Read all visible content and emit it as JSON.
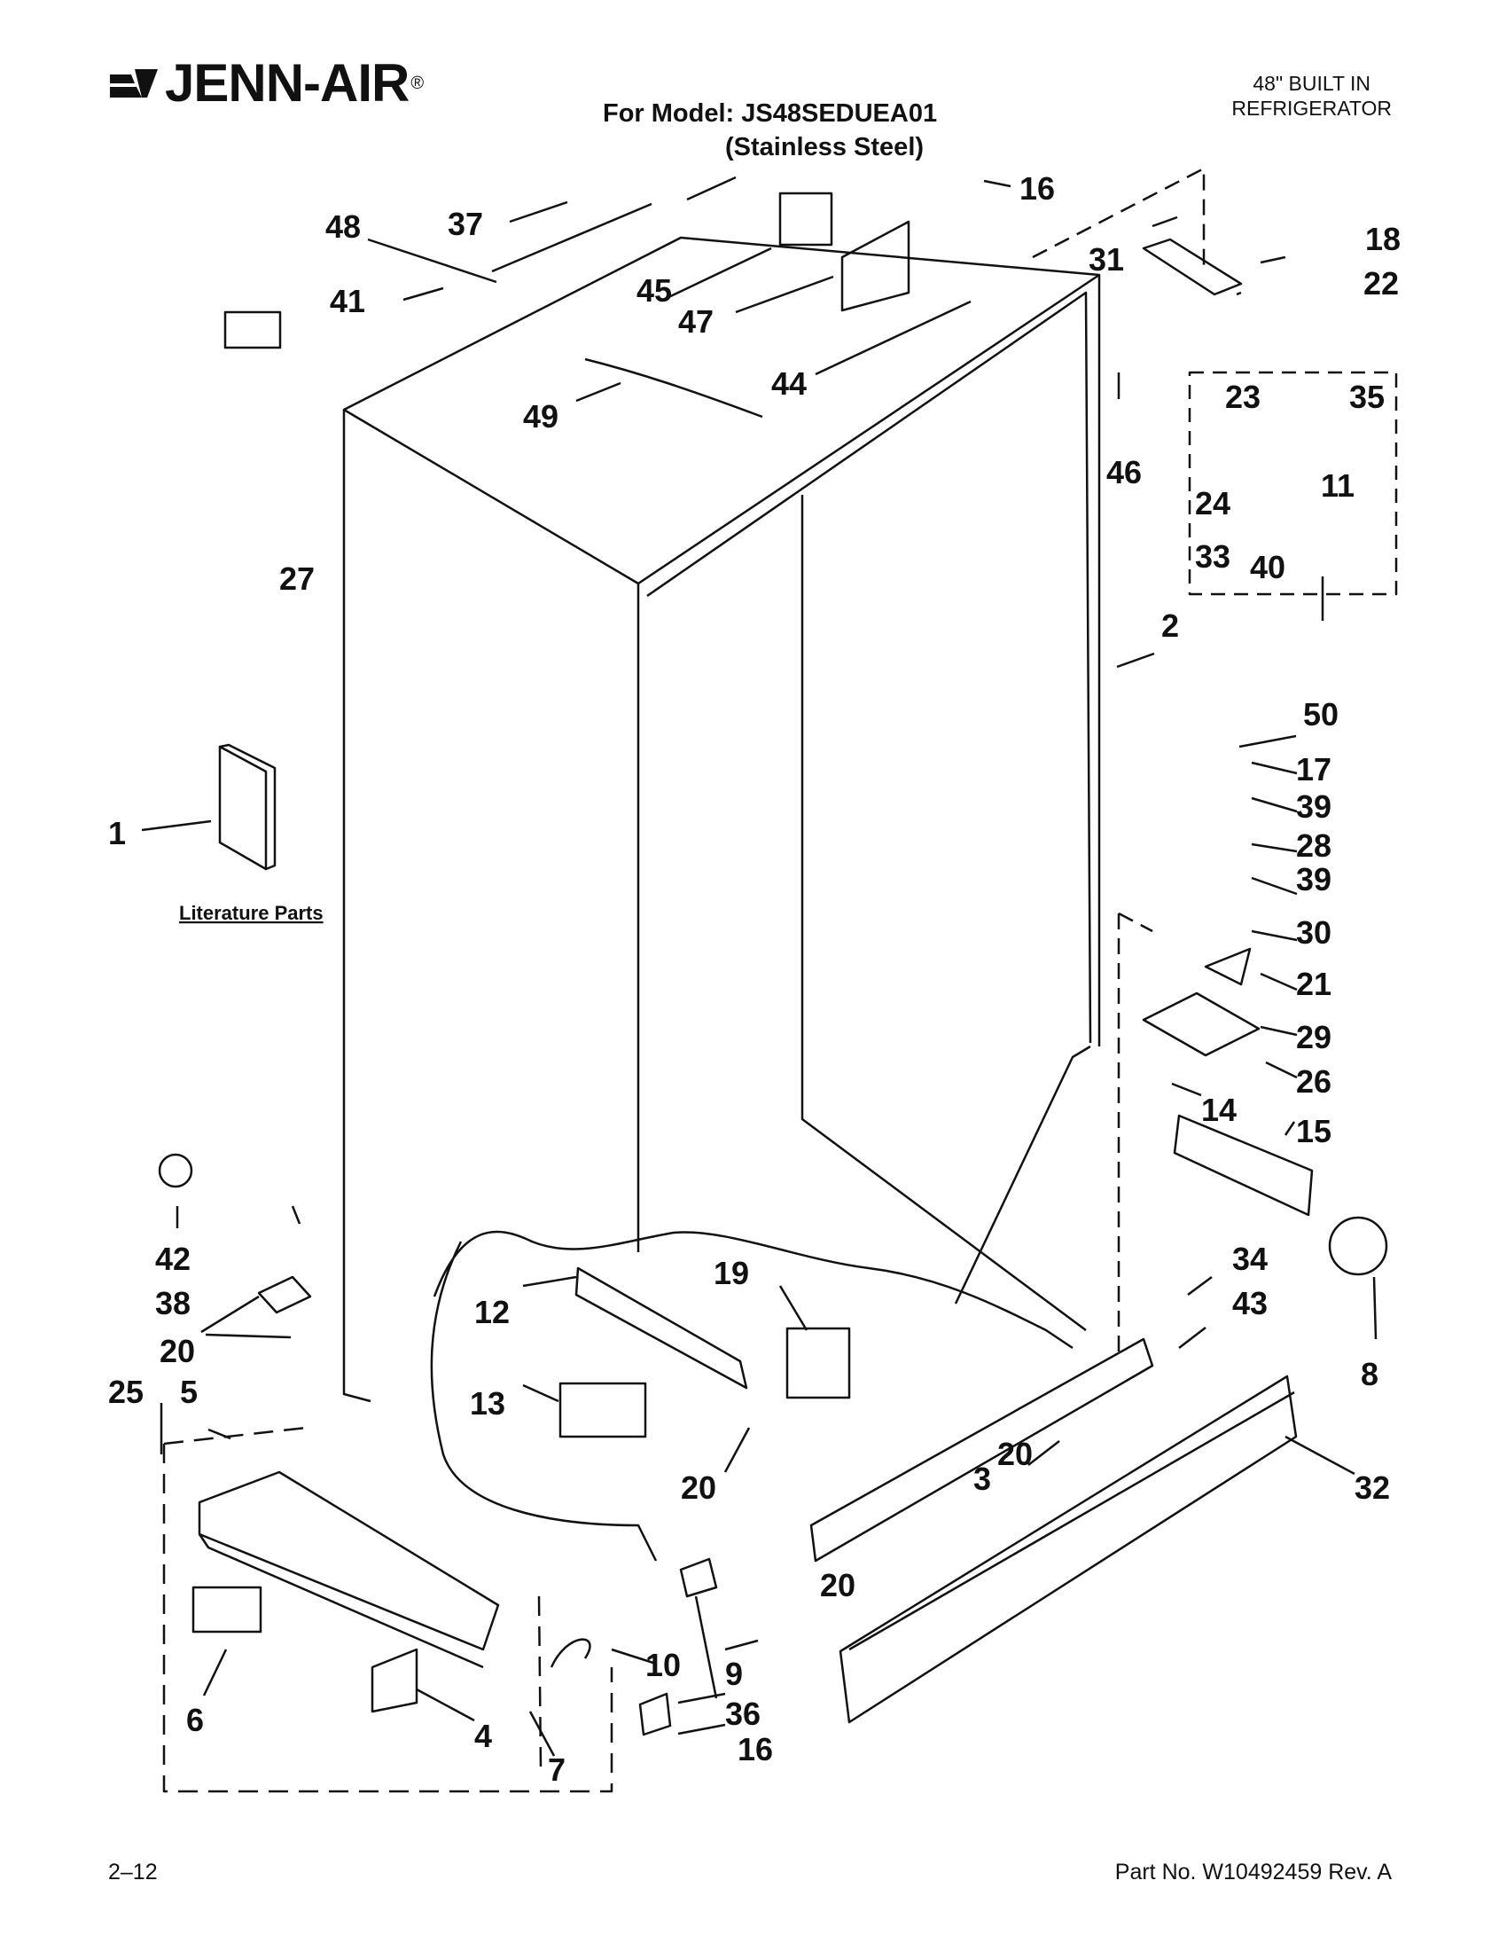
{
  "header": {
    "brand": "JENN-AIR",
    "model_line": "For Model: JS48SEDUEA01",
    "finish_line": "(Stainless Steel)",
    "product_line1": "48\" BUILT IN",
    "product_line2": "REFRIGERATOR"
  },
  "diagram": {
    "literature_label": "Literature Parts",
    "callouts": [
      "1",
      "2",
      "3",
      "4",
      "5",
      "6",
      "7",
      "8",
      "9",
      "10",
      "11",
      "12",
      "13",
      "14",
      "15",
      "16",
      "16",
      "17",
      "18",
      "19",
      "20",
      "20",
      "20",
      "20",
      "21",
      "22",
      "23",
      "24",
      "25",
      "26",
      "27",
      "28",
      "29",
      "30",
      "31",
      "32",
      "33",
      "34",
      "35",
      "36",
      "37",
      "38",
      "39",
      "39",
      "40",
      "41",
      "42",
      "43",
      "44",
      "45",
      "46",
      "47",
      "48",
      "49",
      "50"
    ]
  },
  "footer": {
    "page": "2–12",
    "part_no": "Part No. W10492459 Rev. A"
  },
  "colors": {
    "ink": "#111111",
    "background": "#ffffff"
  }
}
